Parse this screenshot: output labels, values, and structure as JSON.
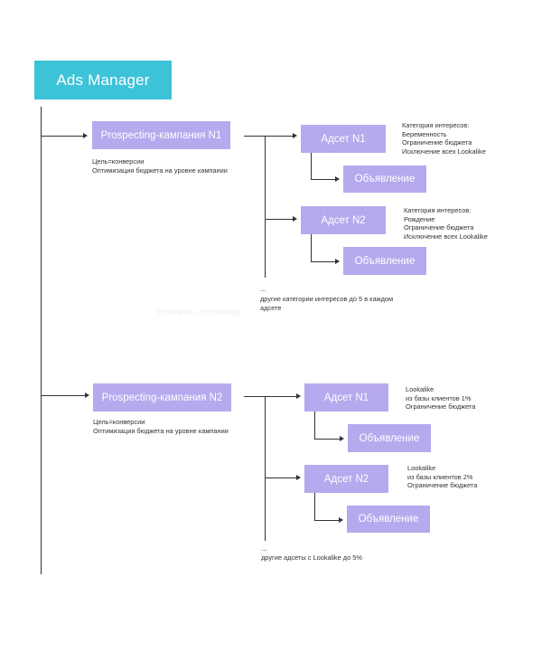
{
  "root": {
    "label": "Ads Manager"
  },
  "campaigns": [
    {
      "label": "Prospecting-кампания N1",
      "notes": [
        "Цель=конверсии",
        "Оптимизация бюджета на уровне кампании"
      ],
      "adsets": [
        {
          "label": "Адсет N1",
          "notes": [
            "Категория интересов:",
            "Беременность",
            "Ограничение бюджета",
            "Исключение всех Lookalike"
          ],
          "ad_label": "Объявление"
        },
        {
          "label": "Адсет N2",
          "notes": [
            "Категория интересов:",
            "Рождение",
            "Ограничение бюджета",
            "Исключение всех Lookalike"
          ],
          "ad_label": "Объявление"
        }
      ],
      "footer_ellipsis": "...",
      "footer_lines": [
        "другие категории интересов до 5 в каждом",
        "адсете"
      ]
    },
    {
      "label": "Prospecting-кампания N2",
      "notes": [
        "Цель=конверсии",
        "Оптимизация бюджета на уровне кампании"
      ],
      "adsets": [
        {
          "label": "Адсет N1",
          "notes": [
            "Lookalike",
            "из базы клиентов 1%",
            "Ограничение бюджета"
          ],
          "ad_label": "Объявление"
        },
        {
          "label": "Адсет N2",
          "notes": [
            "Lookalike",
            "из базы клиентов 2%",
            "Ограничение бюджета"
          ],
          "ad_label": "Объявление"
        }
      ],
      "footer_ellipsis": "...",
      "footer_lines": [
        "другие адсеты с Lookalike до 5%"
      ]
    }
  ],
  "watermark": "Неповна - Непазову",
  "colors": {
    "root_box": "#3cc3d8",
    "node_box": "#b7a9ee",
    "line": "#333333",
    "text": "#333333"
  }
}
